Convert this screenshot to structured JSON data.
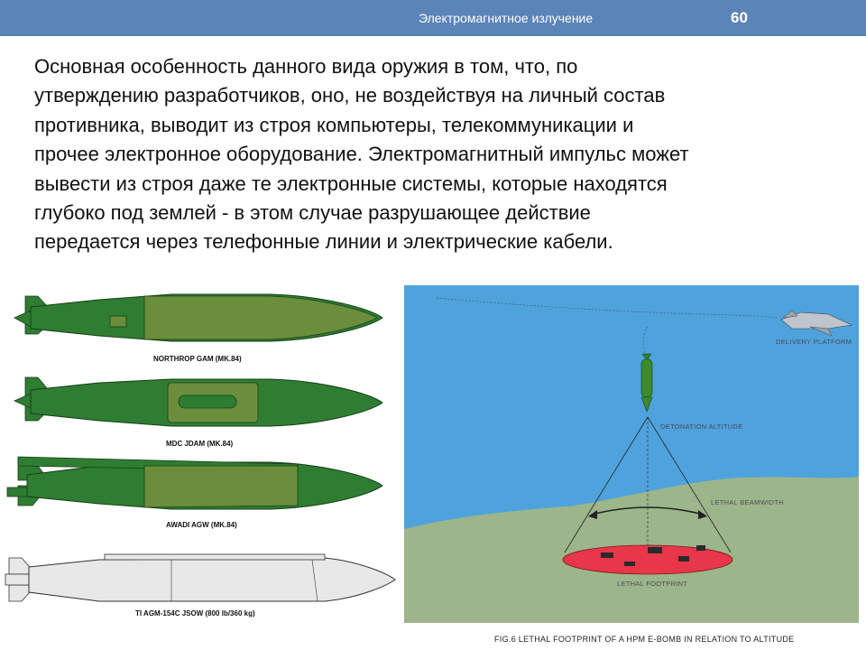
{
  "header": {
    "title": "Электромагнитное излучение",
    "page_number": "60"
  },
  "body": {
    "lines": [
      "Основная особенность данного вида оружия в том, что, по",
      "утверждению разработчиков, оно, не воздействуя на личный состав",
      "противника, выводит из строя компьютеры, телекоммуникации и",
      "прочее электронное оборудование. Электромагнитный импульс может",
      "вывести из строя даже те электронные системы, которые находятся",
      "глубоко под землей - в этом случае разрушающее действие",
      "передается через телефонные линии и электрические кабели."
    ]
  },
  "bombs": {
    "labels": [
      "NORTHROP GAM (MK.84)",
      "MDC JDAM (MK.84)",
      "AWADI AGW (MK.84)",
      "TI AGM-154C JSOW (800 lb/360 kg)"
    ],
    "colors": {
      "dark": "#2e7d32",
      "mid": "#3f8a2c",
      "light": "#6b8e3c",
      "gray": "#e8e8e8"
    }
  },
  "diagram": {
    "delivery_platform": "DELIVERY PLATFORM",
    "detonation_altitude": "DETONATION ALTITUDE",
    "lethal_beamwidth": "LETHAL BEAMWIDTH",
    "lethal_footprint": "LETHAL FOOTPRINT",
    "caption": "FIG.6 LETHAL FOOTPRINT OF A HPM E-BOMB IN RELATION TO ALTITUDE",
    "colors": {
      "sky": "#4fa3dc",
      "ground": "#9db58a",
      "footprint": "#e8374a"
    }
  }
}
